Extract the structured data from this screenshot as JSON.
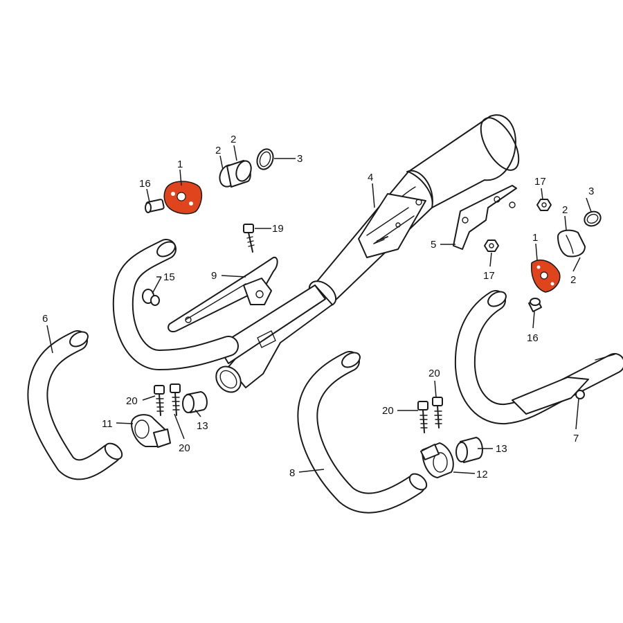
{
  "accent_color": "#e0441c",
  "callouts": [
    {
      "id": "c1a",
      "text": "1"
    },
    {
      "id": "c2a",
      "text": "2"
    },
    {
      "id": "c2b",
      "text": "2"
    },
    {
      "id": "c3a",
      "text": "3"
    },
    {
      "id": "c4",
      "text": "4"
    },
    {
      "id": "c16a",
      "text": "16"
    },
    {
      "id": "c19",
      "text": "19"
    },
    {
      "id": "c9",
      "text": "9"
    },
    {
      "id": "c15",
      "text": "15"
    },
    {
      "id": "c6",
      "text": "6"
    },
    {
      "id": "c17a",
      "text": "17"
    },
    {
      "id": "c3b",
      "text": "3"
    },
    {
      "id": "c2c",
      "text": "2"
    },
    {
      "id": "c5",
      "text": "5"
    },
    {
      "id": "c1b",
      "text": "1"
    },
    {
      "id": "c17b",
      "text": "17"
    },
    {
      "id": "c2d",
      "text": "2"
    },
    {
      "id": "c16b",
      "text": "16"
    },
    {
      "id": "c20a",
      "text": "20"
    },
    {
      "id": "c11",
      "text": "11"
    },
    {
      "id": "c13a",
      "text": "13"
    },
    {
      "id": "c20b",
      "text": "20"
    },
    {
      "id": "c20c",
      "text": "20"
    },
    {
      "id": "c20d",
      "text": "20"
    },
    {
      "id": "c13b",
      "text": "13"
    },
    {
      "id": "c8",
      "text": "8"
    },
    {
      "id": "c12",
      "text": "12"
    },
    {
      "id": "c7",
      "text": "7"
    }
  ]
}
